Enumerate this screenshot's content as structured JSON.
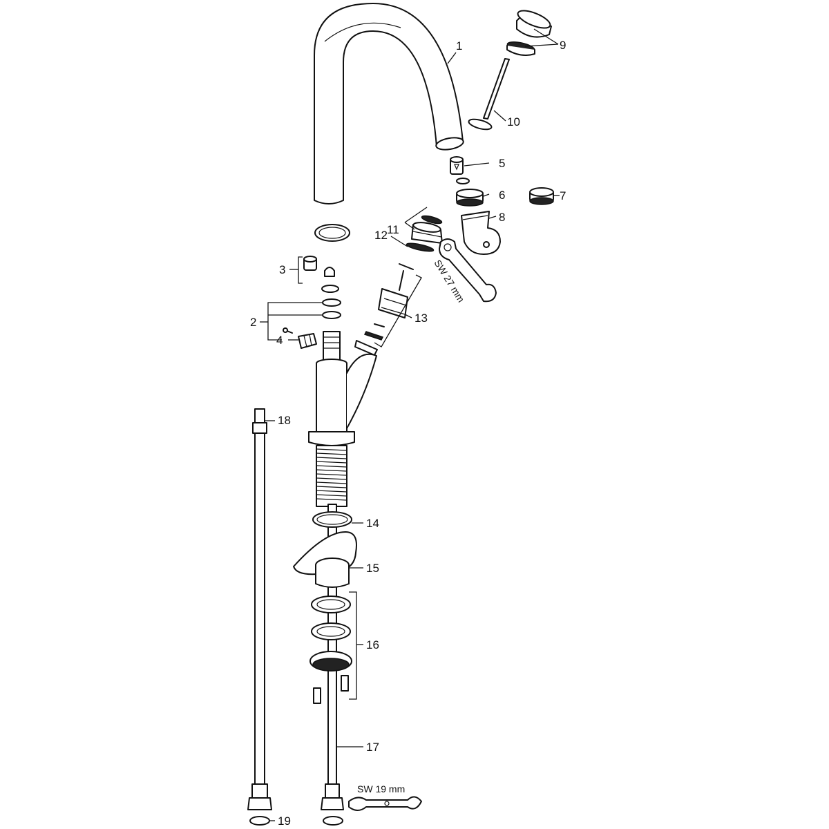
{
  "labels": {
    "p1": "1",
    "p2": "2",
    "p3": "3",
    "p4": "4",
    "p5": "5",
    "p6": "6",
    "p7": "7",
    "p8": "8",
    "p9": "9",
    "p10": "10",
    "p11": "11",
    "p12": "12",
    "p13": "13",
    "p14": "14",
    "p15": "15",
    "p16": "16",
    "p17": "17",
    "p18": "18",
    "p19": "19"
  },
  "wrench_labels": {
    "sw27": "SW 27 mm",
    "sw19": "SW 19 mm"
  },
  "colors": {
    "line": "#111111",
    "background": "#ffffff"
  }
}
